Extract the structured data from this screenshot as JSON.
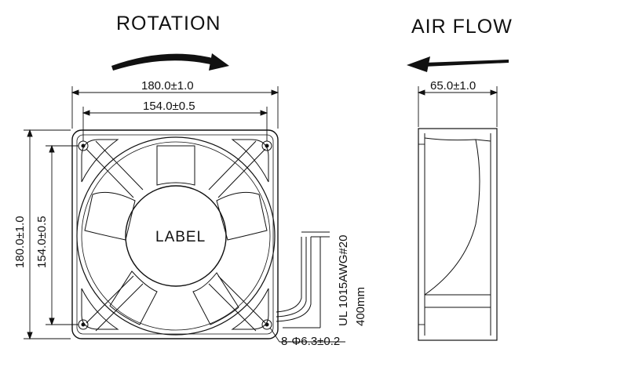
{
  "titles": {
    "rotation": "ROTATION",
    "air_flow": "AIR FLOW"
  },
  "front_view": {
    "width_overall": "180.0±1.0",
    "width_holes": "154.0±0.5",
    "height_overall": "180.0±1.0",
    "height_holes": "154.0±0.5",
    "hub_label": "LABEL",
    "holes": "8-Φ6.3±0.2",
    "wire_spec": "UL 1015AWG#20",
    "wire_length": "400mm"
  },
  "side_view": {
    "depth": "65.0±1.0"
  }
}
